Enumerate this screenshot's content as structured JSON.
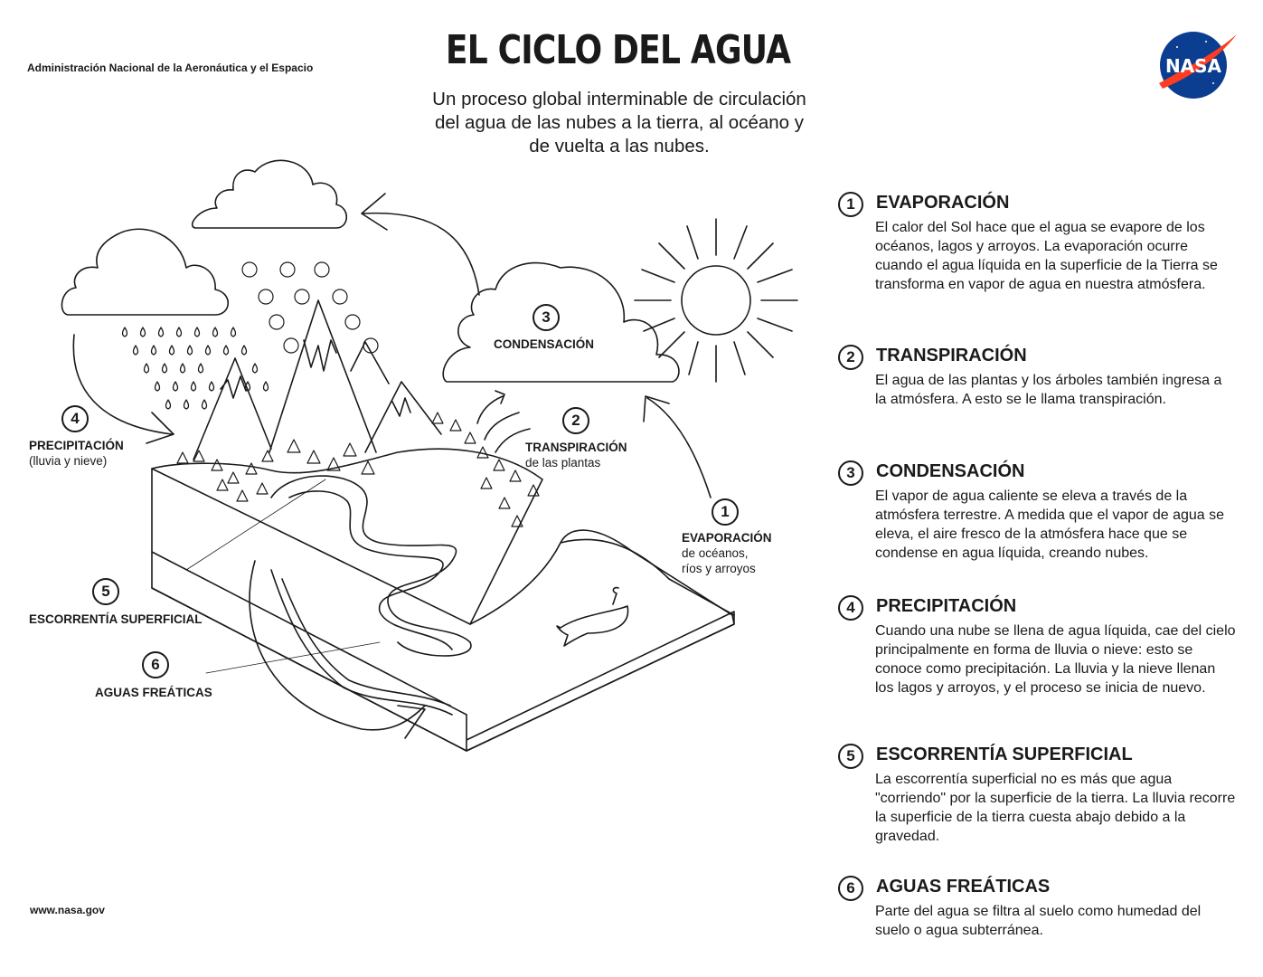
{
  "header": {
    "agency": "Administración Nacional de la Aeronáutica y el Espacio",
    "title": "EL CICLO DEL AGUA",
    "subtitle": "Un proceso global interminable de circulación del agua de las nubes a la tierra, al océano y de vuelta a las nubes.",
    "logo_text": "NASA"
  },
  "colors": {
    "ink": "#1a1a1a",
    "logo_blue": "#0b3d91",
    "logo_red": "#fc3d21"
  },
  "diagram": {
    "labels": [
      {
        "num": "1",
        "title": "EVAPORACIÓN",
        "sub_lines": [
          "de océanos,",
          "ríos y arroyos"
        ]
      },
      {
        "num": "2",
        "title": "TRANSPIRACIÓN",
        "sub_lines": [
          "de las plantas"
        ]
      },
      {
        "num": "3",
        "title": "CONDENSACIÓN",
        "sub_lines": []
      },
      {
        "num": "4",
        "title": "PRECIPITACIÓN",
        "sub_lines": [
          "(lluvia y nieve)"
        ]
      },
      {
        "num": "5",
        "title": "ESCORRENTÍA SUPERFICIAL",
        "sub_lines": []
      },
      {
        "num": "6",
        "title": "AGUAS FREÁTICAS",
        "sub_lines": []
      }
    ]
  },
  "steps": [
    {
      "num": "1",
      "title": "EVAPORACIÓN",
      "text": "El calor del Sol hace que el agua se evapore de los océanos, lagos y arroyos. La evaporación ocurre cuando el agua líquida en la superficie de la Tierra se transforma en vapor de agua en nuestra atmósfera."
    },
    {
      "num": "2",
      "title": "TRANSPIRACIÓN",
      "text": "El agua de las plantas y los árboles también ingresa a la atmósfera. A esto se le llama transpiración."
    },
    {
      "num": "3",
      "title": "CONDENSACIÓN",
      "text": "El vapor de agua caliente se eleva a través de la atmósfera terrestre. A medida que el vapor de agua se eleva, el aire fresco de la atmósfera hace que se condense en agua líquida, creando nubes."
    },
    {
      "num": "4",
      "title": "PRECIPITACIÓN",
      "text": "Cuando una nube se llena de agua líquida, cae del cielo principalmente en forma de lluvia o nieve: esto se conoce como precipitación. La lluvia y la nieve llenan los lagos y arroyos, y el proceso se inicia de nuevo."
    },
    {
      "num": "5",
      "title": "ESCORRENTÍA SUPERFICIAL",
      "text": "La escorrentía superficial no es más que agua \"corriendo\" por la superficie de la tierra. La lluvia recorre la superficie de la tierra cuesta abajo debido a la gravedad."
    },
    {
      "num": "6",
      "title": "AGUAS FREÁTICAS",
      "text": "Parte del agua se filtra al suelo como humedad del suelo o agua subterránea."
    }
  ],
  "footer": {
    "url": "www.nasa.gov"
  }
}
